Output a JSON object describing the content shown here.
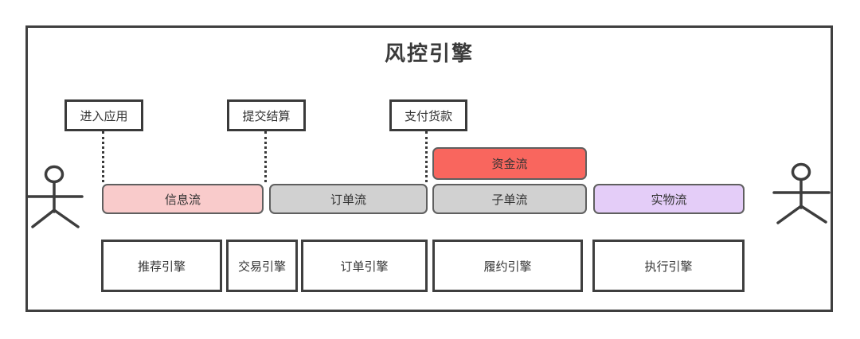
{
  "title": "风控引擎",
  "events": [
    {
      "label": "进入应用"
    },
    {
      "label": "提交结算"
    },
    {
      "label": "支付货款"
    }
  ],
  "capital_flow": {
    "label": "资金流",
    "color": "#f9665e"
  },
  "flows": [
    {
      "label": "信息流",
      "color": "#f9cbcb"
    },
    {
      "label": "订单流",
      "color": "#d1d1d1"
    },
    {
      "label": "子单流",
      "color": "#d1d1d1"
    },
    {
      "label": "实物流",
      "color": "#e4cdf8"
    }
  ],
  "engines": [
    {
      "label": "推荐引擎"
    },
    {
      "label": "交易引擎"
    },
    {
      "label": "订单引擎"
    },
    {
      "label": "履约引擎"
    },
    {
      "label": "执行引擎"
    }
  ],
  "icons": {
    "actor_left": "stick-figure",
    "actor_right": "stick-figure"
  },
  "colors": {
    "frame_border": "#3f3f3f",
    "bar_border": "#5f5f5f",
    "text": "#333333",
    "actor_stroke": "#3d3d3d"
  }
}
